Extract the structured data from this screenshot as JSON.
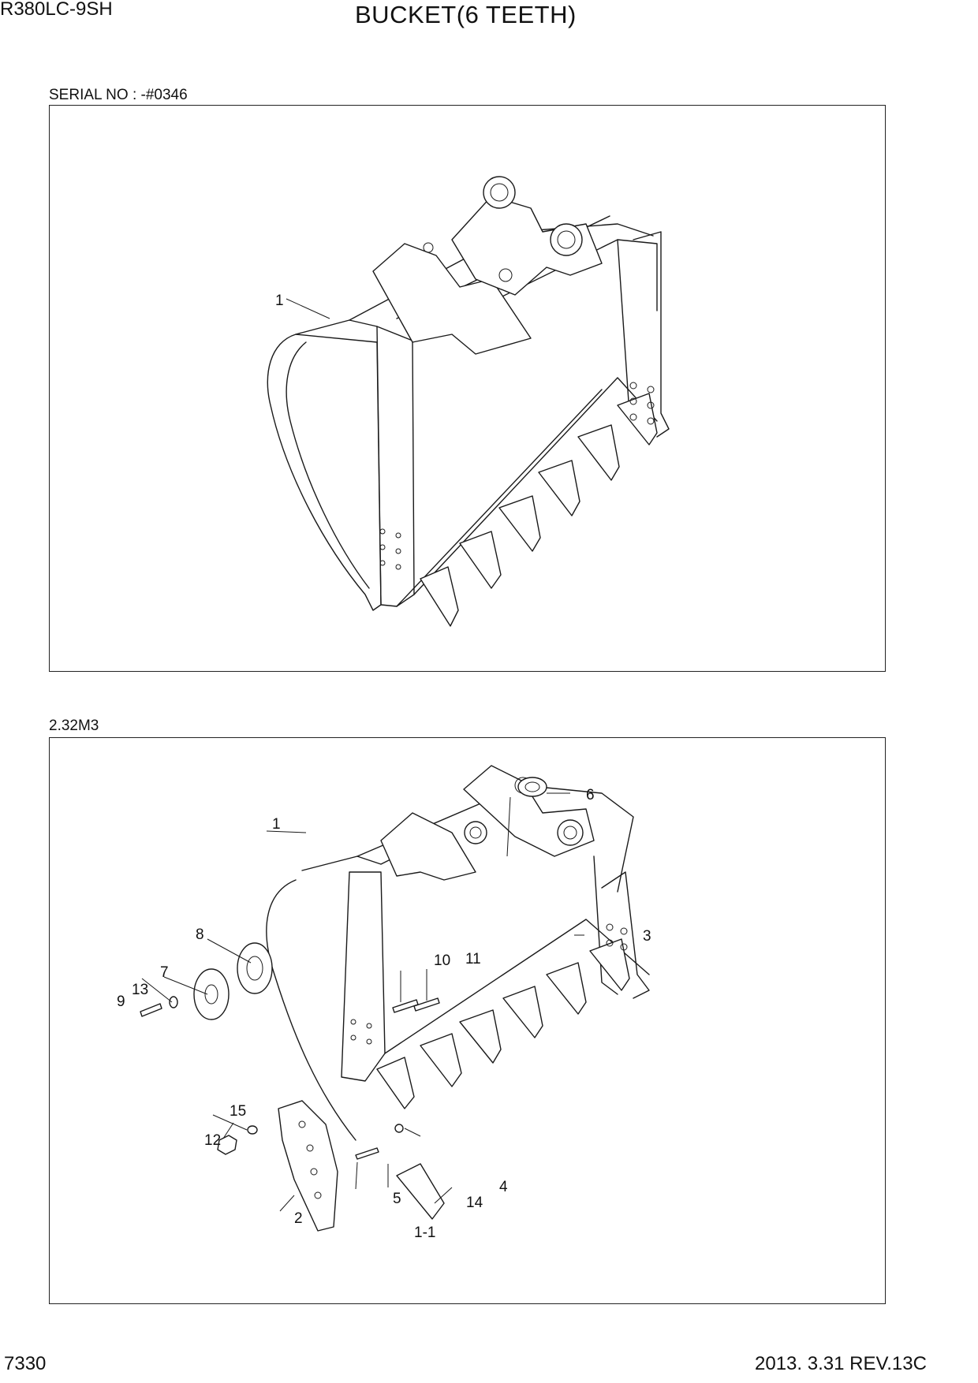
{
  "header": {
    "model": "R380LC-9SH",
    "title": "BUCKET(6 TEETH)"
  },
  "top_panel": {
    "label": "SERIAL NO : -#0346",
    "callouts": [
      "1"
    ]
  },
  "bottom_panel": {
    "label": "2.32M3",
    "callouts": [
      "1",
      "2",
      "3",
      "4",
      "5",
      "6",
      "7",
      "8",
      "9",
      "10",
      "11",
      "12",
      "13",
      "14",
      "15",
      "1-1"
    ]
  },
  "footer": {
    "page_number": "7330",
    "revision": "2013. 3.31  REV.13C"
  }
}
